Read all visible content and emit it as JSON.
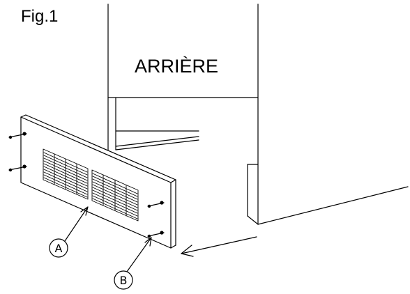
{
  "figure": {
    "label": "Fig.1",
    "side_label": "ARRIÈRE",
    "callouts": {
      "a": "A",
      "b": "B"
    }
  },
  "colors": {
    "line": "#000000",
    "background": "#ffffff"
  }
}
